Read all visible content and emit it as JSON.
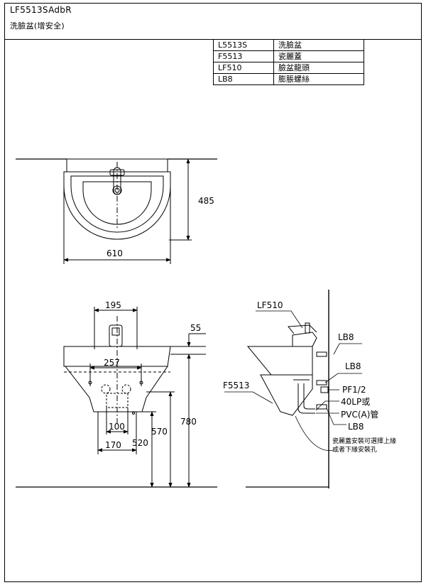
{
  "header": {
    "model": "LF5513SAdbR",
    "subtitle": "洗臉盆(增安全)"
  },
  "parts": [
    {
      "code": "L5513S",
      "name": "洗臉盆"
    },
    {
      "code": "F5513",
      "name": "瓷麗蓋"
    },
    {
      "code": "LF510",
      "name": "臉盆龍頭"
    },
    {
      "code": "LB8",
      "name": "膨脹螺絲"
    }
  ],
  "top_view": {
    "depth": "485",
    "width": "610"
  },
  "front_view": {
    "faucet_spacing": "195",
    "top_offset": "55",
    "bracket_width": "257",
    "drain_width": "100",
    "base_width": "170",
    "height_520": "520",
    "height_570": "570",
    "height_780": "780"
  },
  "side_view": {
    "faucet": "LF510",
    "cover": "F5513",
    "anchor_top": "LB8",
    "anchor_mid": "LB8",
    "valve": "PF1/2",
    "trap": "40LP或",
    "pipe": "PVC(A)管",
    "anchor_bottom": "LB8",
    "note_line1": "瓷麗蓋安裝可選擇上緣",
    "note_line2": "或者下緣安裝孔"
  }
}
